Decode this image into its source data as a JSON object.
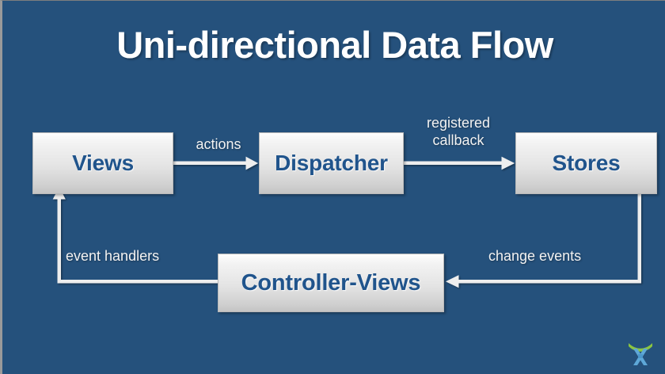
{
  "slide": {
    "title": "Uni-directional Data Flow",
    "background_color": "#25517c",
    "title_color": "#ffffff"
  },
  "nodes": [
    {
      "id": "views",
      "label": "Views"
    },
    {
      "id": "dispatcher",
      "label": "Dispatcher"
    },
    {
      "id": "stores",
      "label": "Stores"
    },
    {
      "id": "controller-views",
      "label": "Controller-Views"
    }
  ],
  "connector_labels": {
    "actions": "actions",
    "registered_callback": "registered\ncallback",
    "event_handlers": "event handlers",
    "change_events": "change events"
  },
  "colors": {
    "background": "#25517c",
    "node_text": "#20548c",
    "node_fill_top": "#fdfdfd",
    "node_fill_bottom": "#c4c4c4",
    "arrow": "#eeeeee",
    "label_text": "#f2f2f2",
    "logo_mark": "#5ea8d8",
    "logo_arc": "#8cc63f"
  },
  "chart_data": {
    "type": "diagram",
    "title": "Uni-directional Data Flow",
    "nodes": [
      "Views",
      "Dispatcher",
      "Stores",
      "Controller-Views"
    ],
    "edges": [
      {
        "from": "Views",
        "to": "Dispatcher",
        "label": "actions"
      },
      {
        "from": "Dispatcher",
        "to": "Stores",
        "label": "registered callback"
      },
      {
        "from": "Stores",
        "to": "Controller-Views",
        "label": "change events"
      },
      {
        "from": "Controller-Views",
        "to": "Views",
        "label": "event handlers"
      }
    ]
  },
  "logo": {
    "name": "x-mark-logo"
  }
}
